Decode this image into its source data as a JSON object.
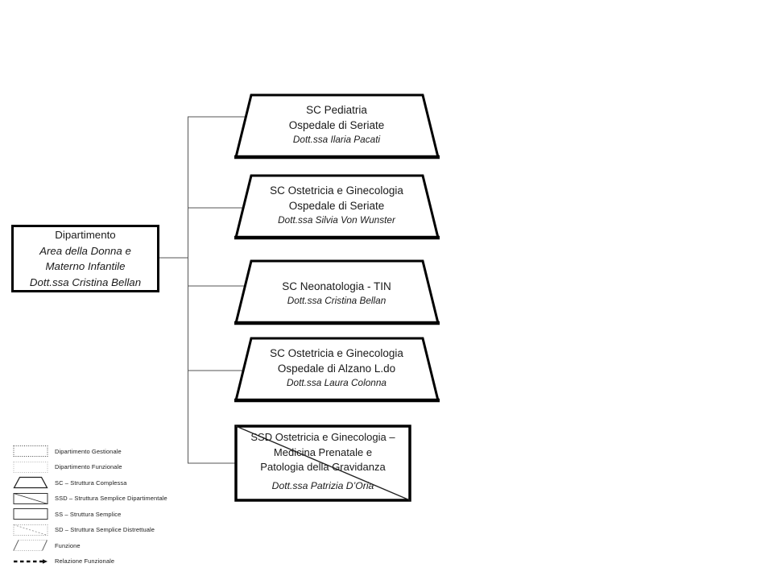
{
  "department_box": {
    "line1": "Dipartimento",
    "line2": "Area della Donna e",
    "line3": "Materno Infantile",
    "line4": "Dott.ssa Cristina Bellan"
  },
  "units": [
    {
      "shape": "trapezoid",
      "line1": "SC Pediatria",
      "line2": "Ospedale di Seriate",
      "name": "Dott.ssa Ilaria Pacati"
    },
    {
      "shape": "trapezoid",
      "line1": "SC Ostetricia e Ginecologia",
      "line2": "Ospedale di Seriate",
      "name": "Dott.ssa Silvia Von Wunster"
    },
    {
      "shape": "trapezoid",
      "line1": "SC Neonatologia - TIN",
      "name": "Dott.ssa Cristina Bellan"
    },
    {
      "shape": "trapezoid",
      "line1": "SC Ostetricia e Ginecologia",
      "line2": "Ospedale di Alzano L.do",
      "name": "Dott.ssa Laura Colonna"
    },
    {
      "shape": "rect-diagonal",
      "line1": "SSD Ostetricia e Ginecologia –",
      "line2": "Medicina Prenatale e",
      "line3": "Patologia della Gravidanza",
      "name": "Dott.ssa Patrizia D’Oria"
    }
  ],
  "legend": {
    "items": [
      {
        "symbol": "rect-dotted-dark",
        "label": "Dipartimento Gestionale"
      },
      {
        "symbol": "rect-dotted-light",
        "label": "Dipartimento Funzionale"
      },
      {
        "symbol": "trapezoid",
        "label": "SC – Struttura Complessa"
      },
      {
        "symbol": "rect-diagonal",
        "label": "SSD – Struttura Semplice Dipartimentale"
      },
      {
        "symbol": "rect",
        "label": "SS – Struttura Semplice"
      },
      {
        "symbol": "rect-dotted-diagonal",
        "label": "SD – Struttura Semplice Distrettuale"
      },
      {
        "symbol": "parallelogram-dotted",
        "label": "Funzione"
      },
      {
        "symbol": "dashed-arrow",
        "label": "Relazione Funzionale"
      }
    ]
  },
  "colors": {
    "shape_stroke": "#000000",
    "connector": "#555555",
    "background": "#ffffff",
    "text": "#1a1a1a"
  }
}
